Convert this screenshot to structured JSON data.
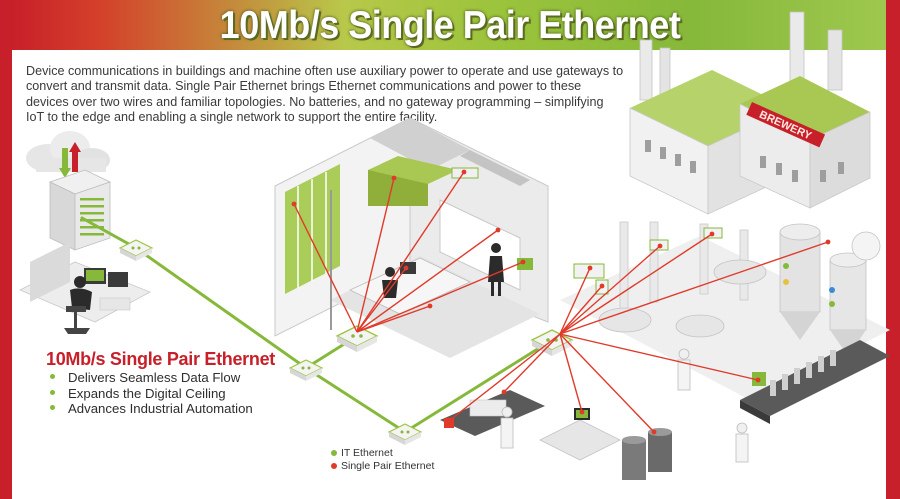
{
  "title": "10Mb/s Single Pair Ethernet",
  "intro": "Device communications in buildings and machine often use auxiliary power to operate and use gateways to convert and transmit data. Single Pair Ethernet brings Ethernet communications and power to these devices over two wires and familiar topologies. No batteries, and no gateway programming – simplifying IoT to the edge and enabling a single network to support the entire facility.",
  "feature_box": {
    "title": "10Mb/s Single Pair Ethernet",
    "items": [
      "Delivers Seamless Data Flow",
      "Expands the Digital Ceiling",
      "Advances Industrial Automation"
    ]
  },
  "legend": {
    "items": [
      {
        "label": "IT Ethernet",
        "color": "#86b83a"
      },
      {
        "label": "Single Pair Ethernet",
        "color": "#e03a2a"
      }
    ]
  },
  "brewery_sign": "BREWERY",
  "colors": {
    "brand_red": "#c8202a",
    "it_ethernet_green": "#86b83a",
    "spe_red": "#e03a2a"
  },
  "icons": [
    "cloud-icon",
    "server-rack-icon",
    "switch-icon",
    "office-worker-icon",
    "brewery-building-icon",
    "fermentation-tank-icon",
    "conveyor-icon",
    "scale-icon",
    "sensor-icon"
  ]
}
